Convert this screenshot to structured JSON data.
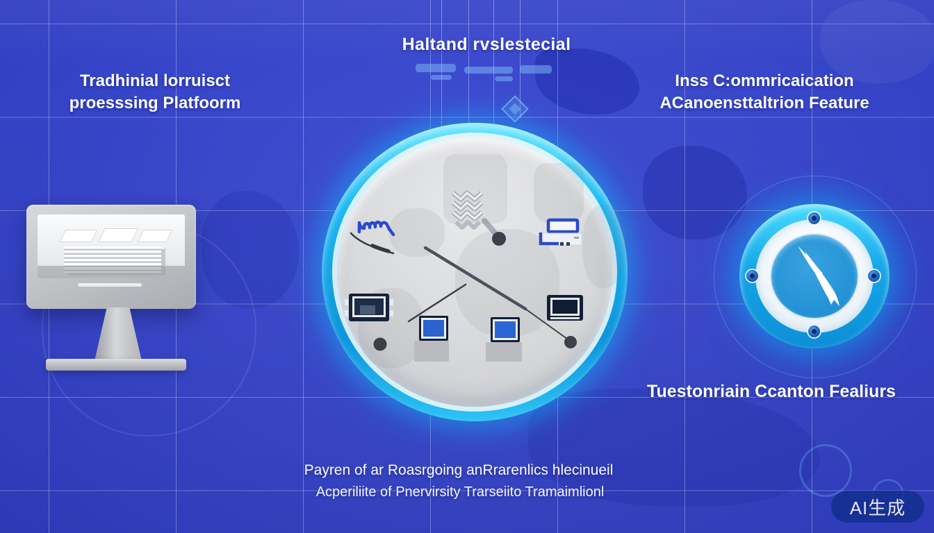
{
  "texts": {
    "top_title": "Haltand rvslestecial",
    "left_title_line1": "Tradhinial lorruisct",
    "left_title_line2": "proesssing Platfoorm",
    "right_title_line1": "Inss C:ommricaication",
    "right_title_line2": "ACanoensttaltrion Feature",
    "right_caption": "Tuestonriain Ccanton Fealiurs",
    "bottom_caption_line1": "Payren of ar Roasrgoing anRrarenlics hlecinueil",
    "bottom_caption_line2": "Acperiliite of Pnervirsity Trarseiito Tramaimlionl",
    "watermark": "AI生成"
  },
  "icons": {
    "left_illustration": "desktop-monitor-illustration",
    "center_circle": [
      "chevron-flow-icon",
      "coil-needle-icon",
      "printer-icon",
      "dark-monitor-left-icon",
      "dark-monitor-right-icon",
      "blue-monitor-left-icon",
      "blue-monitor-right-icon",
      "node-dots",
      "connector-lines"
    ],
    "right_badge": "swoosh-feather-icon"
  },
  "colors": {
    "background_blue": "#3545d2",
    "grid_line": "rgba(255,255,255,0.30)",
    "ring_cyan": "#1ab8f3",
    "inner_gray": "#d8d9db",
    "badge_blue": "#2492d6",
    "icon_navy": "#16233d",
    "icon_blue": "#2a63cf",
    "coil_blue": "#2b49c8",
    "text_white": "#fbfcfe",
    "watermark_bg": "rgba(18,45,142,0.82)"
  }
}
